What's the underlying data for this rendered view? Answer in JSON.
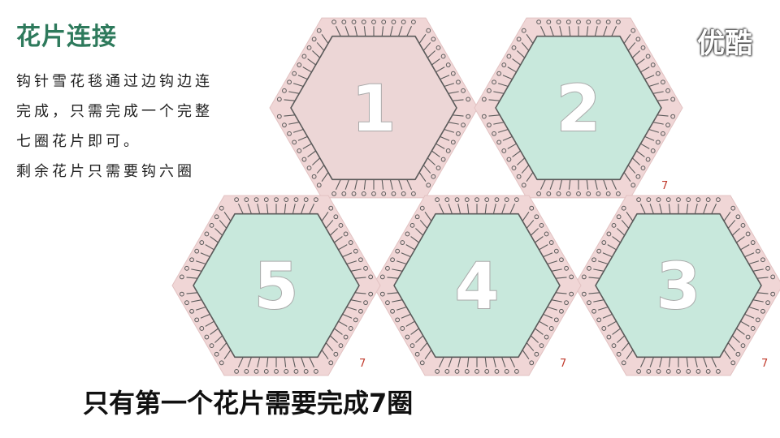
{
  "title": "花片连接",
  "description": [
    "钩针雪花毯通过边钩边连",
    "完成，只需完成一个完整",
    "七圈花片即可。",
    "剩余花片只需要钩六圈"
  ],
  "caption": "只有第一个花片需要完成7圈",
  "watermark": "优酷",
  "colors": {
    "title": "#2e7a5c",
    "motif_outer": "#f0d6d6",
    "motif_first_inner": "#ecd6d6",
    "motif_inner": "#c8e8dc",
    "stitch": "#5a5a5a",
    "round_mark": "#c0392b"
  },
  "motifs": [
    {
      "label": "1",
      "fill": "motif_first_inner",
      "round_mark": ""
    },
    {
      "label": "2",
      "fill": "motif_inner",
      "round_mark": "7"
    },
    {
      "label": "3",
      "fill": "motif_inner",
      "round_mark": "7"
    },
    {
      "label": "4",
      "fill": "motif_inner",
      "round_mark": "7"
    },
    {
      "label": "5",
      "fill": "motif_inner",
      "round_mark": "7"
    }
  ]
}
